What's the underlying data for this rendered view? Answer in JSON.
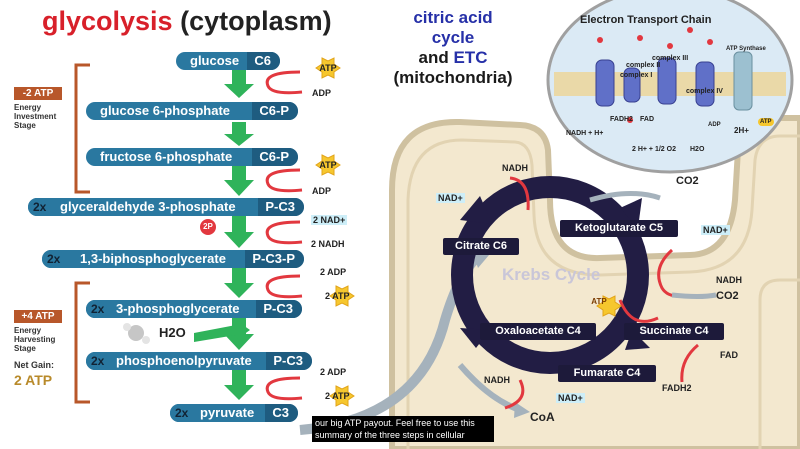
{
  "titles": {
    "glycolysis": "glycolysis",
    "cytoplasm": " (cytoplasm)",
    "citric1": "citric acid",
    "citric2": "cycle",
    "and": "and ",
    "etc": "ETC",
    "mito": "(mitochondria)"
  },
  "glycolysis": {
    "molecules": [
      {
        "name": "glucose",
        "carbons": "C6"
      },
      {
        "name": "glucose 6-phosphate",
        "carbons": "C6-P"
      },
      {
        "name": "fructose 6-phosphate",
        "carbons": "C6-P"
      },
      {
        "name": "glyceraldehyde 3-phosphate",
        "carbons": "P-C3",
        "multiplier": "2x"
      },
      {
        "name": "1,3-biphosphoglycerate",
        "carbons": "P-C3-P",
        "multiplier": "2x"
      },
      {
        "name": "3-phosphoglycerate",
        "carbons": "P-C3",
        "multiplier": "2x"
      },
      {
        "name": "phosphoenolpyruvate",
        "carbons": "P-C3",
        "multiplier": "2x"
      },
      {
        "name": "pyruvate",
        "carbons": "C3",
        "multiplier": "2x"
      }
    ],
    "labels": {
      "atp": "ATP",
      "adp": "ADP",
      "nad": "2 NAD+",
      "nadh": "2 NADH",
      "twop": "2P",
      "adp2": "2 ADP",
      "atp2": "2 ATP",
      "h2o": "H2O"
    },
    "stages": {
      "invest_box": "-2 ATP",
      "invest_label": "Energy Investment Stage",
      "harvest_box": "+4 ATP",
      "harvest_label": "Energy Harvesting Stage",
      "net_label": "Net Gain:",
      "net_value": "2 ATP"
    }
  },
  "etc": {
    "title": "Electron Transport Chain",
    "complex1": "complex I",
    "complex2": "complex II",
    "complex3": "complex III",
    "complex4": "complex IV",
    "atp_synthase": "ATP Synthase",
    "nadh": "NADH + H+",
    "fadh2": "FADH2",
    "fad": "FAD",
    "water": "2 H+ + 1/2 O2",
    "h2o": "H2O",
    "twoh": "2H+",
    "adp": "ADP",
    "atp": "ATP"
  },
  "krebs": {
    "title": "Krebs Cycle",
    "boxes": {
      "citrate": "Citrate  C6",
      "ketoglutarate": "Ketoglutarate  C5",
      "succinate": "Succinate  C4",
      "fumarate": "Fumarate  C4",
      "oxaloacetate": "Oxaloacetate  C4"
    },
    "labels": {
      "nadh_top": "NADH",
      "nad_left": "NAD+",
      "co2_top": "CO2",
      "nad_right": "NAD+",
      "nadh_right": "NADH",
      "co2_right": "CO2",
      "atp": "ATP",
      "fad": "FAD",
      "fadh2": "FADH2",
      "nadh_bottom": "NADH",
      "nad_bottom": "NAD+",
      "coa": "CoA"
    }
  },
  "caption": "our big ATP payout. Feel free to use this summary of the three steps in cellular",
  "colors": {
    "pill": "#2a78a0",
    "title_red": "#d8202a",
    "title_blue": "#2630a8",
    "bracket": "#b8572a",
    "cycle": "#1d1a3a",
    "mito": "#f3e8cf"
  }
}
